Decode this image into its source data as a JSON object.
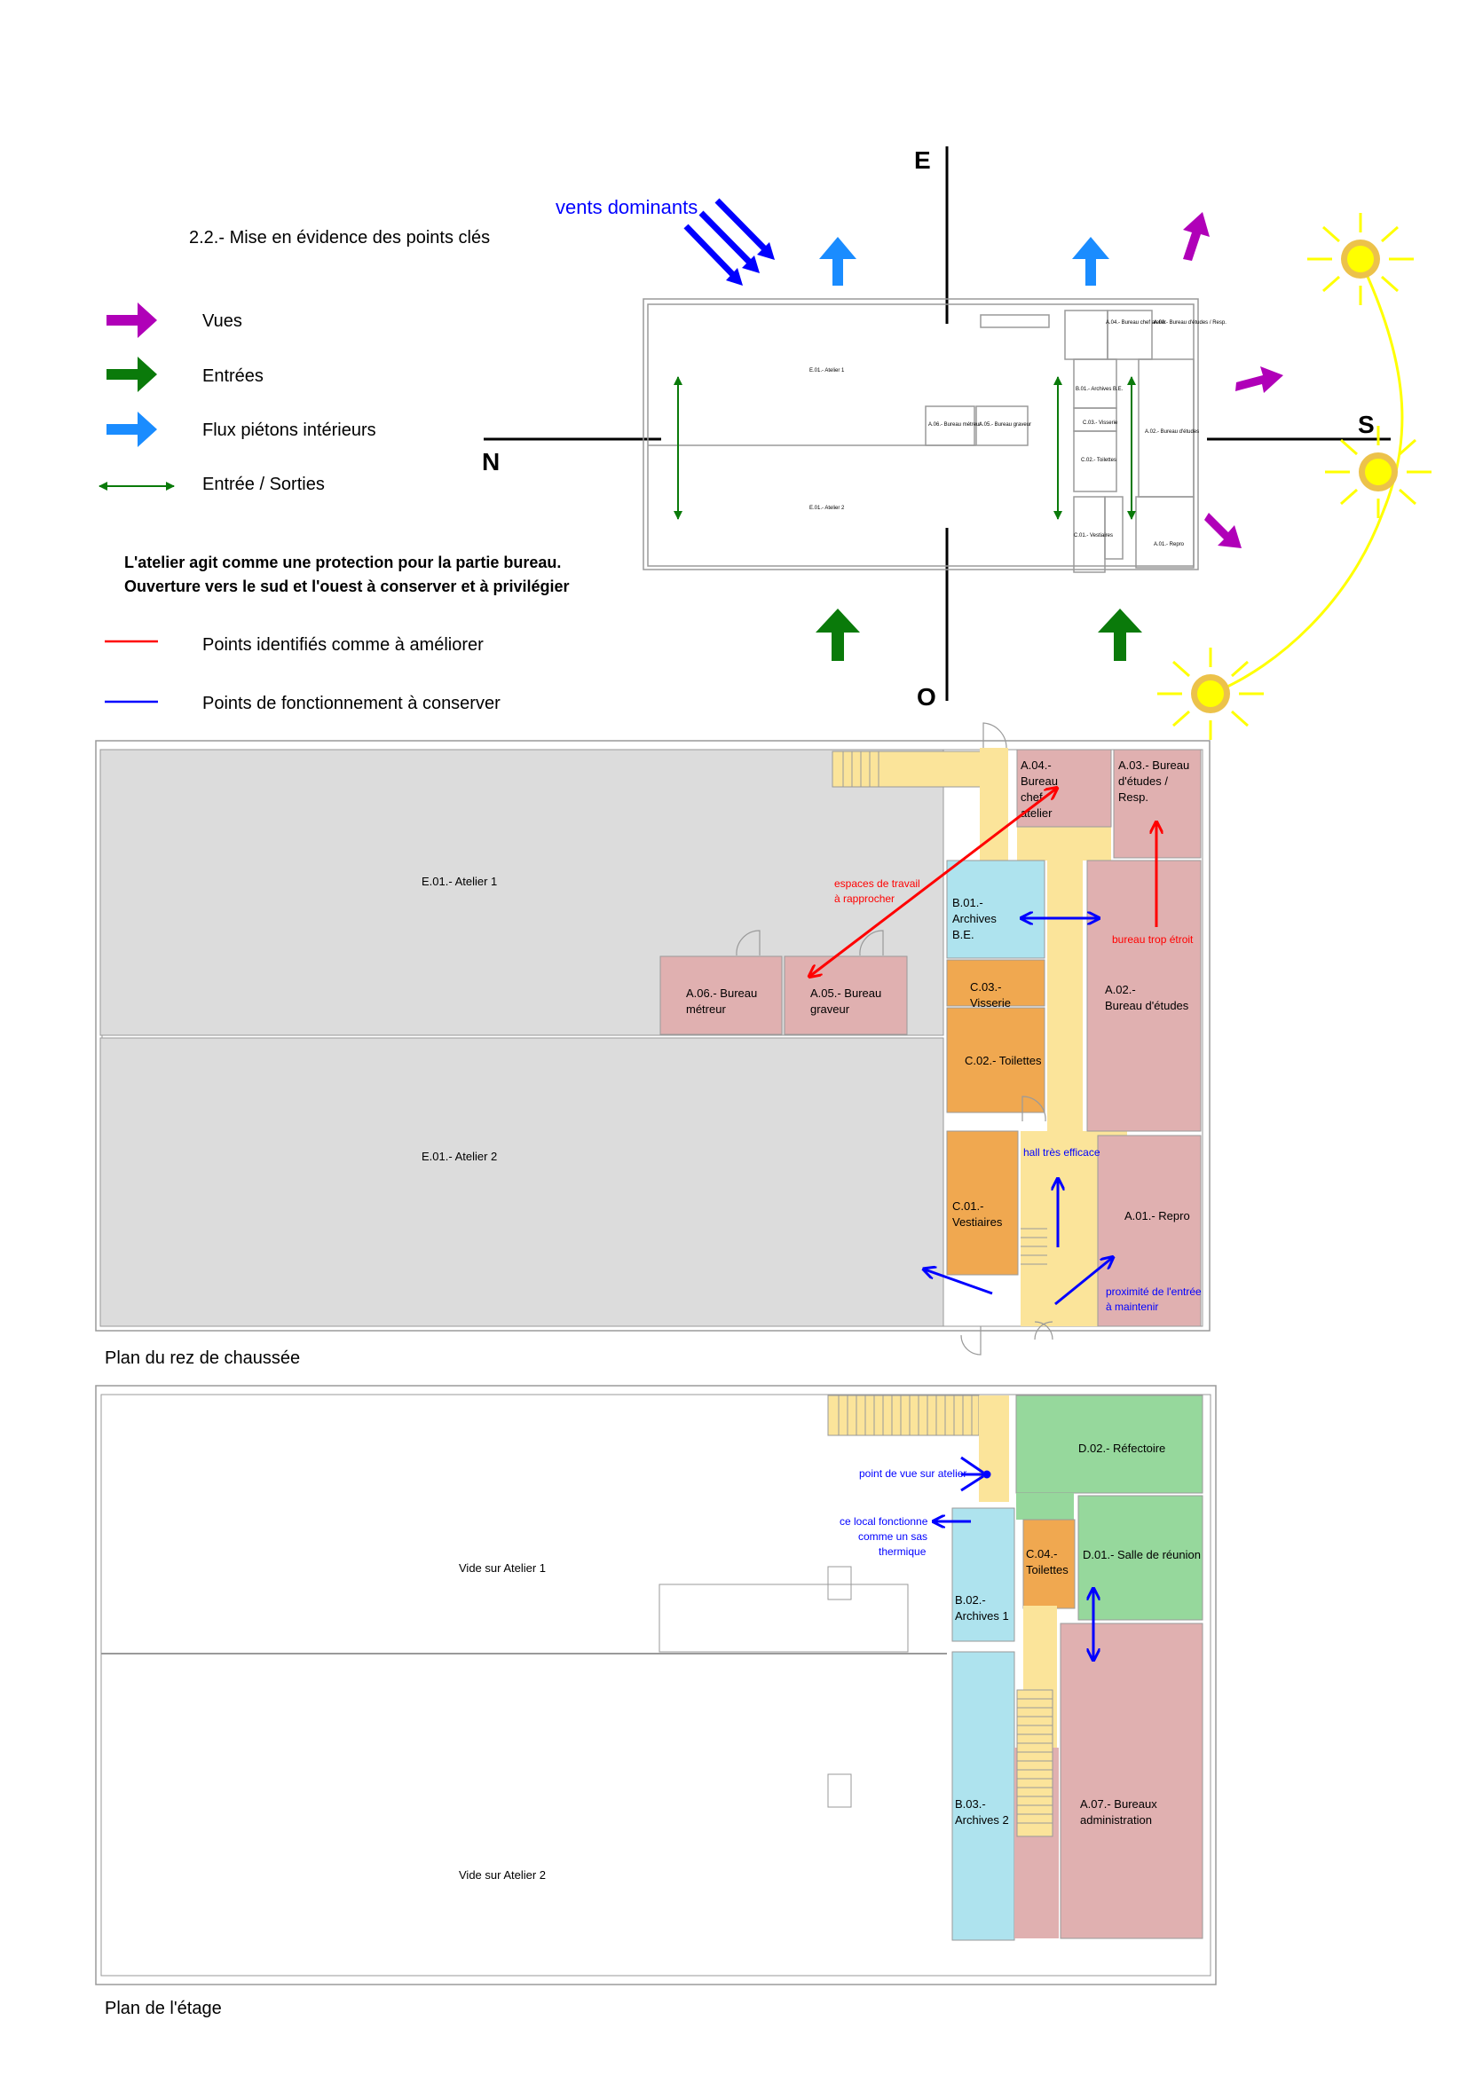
{
  "header": {
    "section_title": "2.2.-   Mise en évidence des points clés",
    "wind_label": "vents dominants"
  },
  "legend": {
    "items": [
      {
        "icon": "arrow-right-icon",
        "color": "#b000b8",
        "label": "Vues"
      },
      {
        "icon": "arrow-right-icon",
        "color": "#0a7a0a",
        "label": "Entrées"
      },
      {
        "icon": "arrow-right-icon",
        "color": "#1a8cff",
        "label": "Flux piétons intérieurs"
      },
      {
        "icon": "double-arrow-icon",
        "color": "#0a7a0a",
        "label": "Entrée / Sorties"
      }
    ],
    "note_line1": "L'atelier agit comme une protection pour la partie bureau.",
    "note_line2": "Ouverture vers le sud et l'ouest à conserver et à privilégier",
    "lines": [
      {
        "color": "#ff0000",
        "label": "Points identifiés comme à améliorer"
      },
      {
        "color": "#0000ff",
        "label": "Points de fonctionnement à conserver"
      }
    ]
  },
  "compass": {
    "north": "N",
    "south": "S",
    "east": "E",
    "west": "O"
  },
  "colors": {
    "atelier": "#dcdcdc",
    "bureau": "#e0b0b0",
    "archives": "#aee3ee",
    "sanitaire": "#f0a850",
    "circulation": "#fbe49a",
    "reunion": "#96d89c",
    "wall": "#9a9a9a",
    "sun": "#ffff00",
    "sun_ring": "#ecc24a",
    "vues": "#b000b8",
    "entrees": "#0a7a0a",
    "flux": "#1a8cff",
    "improve": "#ff0000",
    "keep": "#0000ff"
  },
  "mini_plan": {
    "rooms": [
      "E.01.- Atelier 1",
      "E.01.- Atelier 2",
      "A.06.- Bureau métreur",
      "A.05.- Bureau graveur",
      "A.04.- Bureau chef atelier",
      "A.03.- Bureau d'études / Resp.",
      "B.01.- Archives B.E.",
      "C.03.- Visserie",
      "C.02.- Toilettes",
      "A.02.- Bureau d'études",
      "C.01.- Vestiaires",
      "A.01.- Repro"
    ]
  },
  "ground_floor": {
    "caption": "Plan du rez de chaussée",
    "rooms": {
      "atelier1": "E.01.-  Atelier 1",
      "atelier2": "E.01.-  Atelier 2",
      "a06_l1": "A.06.- Bureau",
      "a06_l2": "métreur",
      "a05_l1": "A.05.- Bureau",
      "a05_l2": "graveur",
      "a04_l1": "A.04.-",
      "a04_l2": "Bureau",
      "a04_l3": "chef",
      "a04_l4": "atelier",
      "a03_l1": "A.03.- Bureau",
      "a03_l2": "d'études /",
      "a03_l3": "Resp.",
      "b01_l1": "B.01.-",
      "b01_l2": "Archives",
      "b01_l3": "B.E.",
      "c03_l1": "C.03.-",
      "c03_l2": "Visserie",
      "c02": "C.02.- Toilettes",
      "a02_l1": "A.02.-",
      "a02_l2": "Bureau d'études",
      "c01_l1": "C.01.-",
      "c01_l2": "Vestiaires",
      "a01": "A.01.- Repro"
    },
    "annotations": {
      "espaces_l1": "espaces de travail",
      "espaces_l2": "à rapprocher",
      "bureau_etroit": "bureau trop étroit",
      "hall": "hall très efficace",
      "proximite_l1": "proximité de l'entrée",
      "proximite_l2": "à maintenir"
    }
  },
  "upper_floor": {
    "caption": "Plan de l'étage",
    "rooms": {
      "vide1": "Vide sur Atelier 1",
      "vide2": "Vide sur Atelier 2",
      "d02": "D.02.- Réfectoire",
      "d01": "D.01.- Salle de réunion",
      "c04_l1": "C.04.-",
      "c04_l2": "Toilettes",
      "b02_l1": "B.02.-",
      "b02_l2": "Archives 1",
      "b03_l1": "B.03.-",
      "b03_l2": "Archives 2",
      "a07_l1": "A.07.- Bureaux",
      "a07_l2": "administration"
    },
    "annotations": {
      "point_de_vue": "point de vue sur atelier",
      "sas_l1": "ce local fonctionne",
      "sas_l2": "comme un sas",
      "sas_l3": "thermique"
    }
  }
}
